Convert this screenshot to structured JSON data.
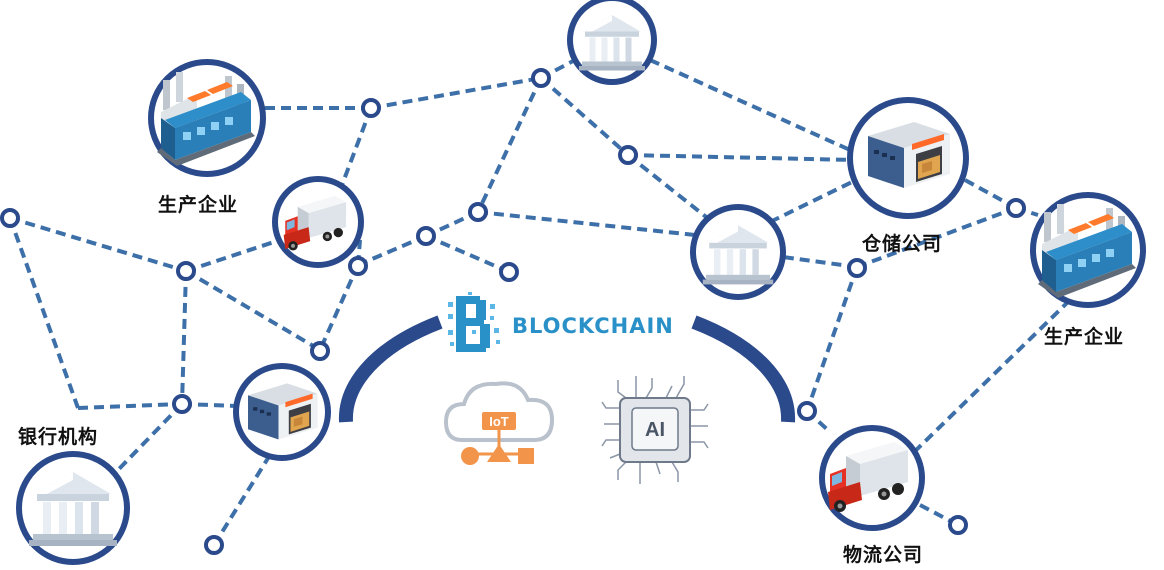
{
  "labels": {
    "producer_left": "生产企业",
    "producer_right": "生产企业",
    "warehouse": "仓储公司",
    "bank": "银行机构",
    "logistics": "物流公司"
  },
  "center": {
    "brand": "BLOCKCHAIN",
    "iot": "IoT",
    "ai": "AI"
  },
  "icons": [
    "factory-icon",
    "truck-icon",
    "warehouse-icon",
    "bank-icon",
    "cloud-icon",
    "chip-icon",
    "blockchain-logo-icon"
  ],
  "colors": {
    "ring": "#2b4a8c",
    "link": "#3d6fa8",
    "brand": "#2a90c8",
    "iot": "#f2944a",
    "chip": "#6e7a8a"
  }
}
